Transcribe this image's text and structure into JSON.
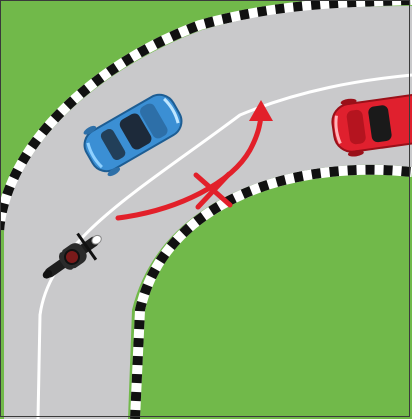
{
  "scene": {
    "caption": "",
    "colors": {
      "grass": "#71b94a",
      "asphalt": "#c9c9cb",
      "lane_line": "#ffffff",
      "curb_dark": "#111111",
      "curb_light": "#ffffff",
      "arrow": "#e2202a",
      "blue_car": "#3b8fd4",
      "red_car": "#e0202e",
      "motorcycle": "#1e1e1e",
      "frame": "#3a3a3a"
    },
    "icons": {
      "blue_car": "car-top-view",
      "red_car": "car-top-view",
      "motorcycle": "motorcycle-top-view",
      "arrow": "curved-arrow",
      "forbidden_mark": "cross-mark"
    },
    "maneuver": {
      "vehicle": "motorcycle",
      "action": "overtake-on-bend",
      "allowed": false
    }
  }
}
